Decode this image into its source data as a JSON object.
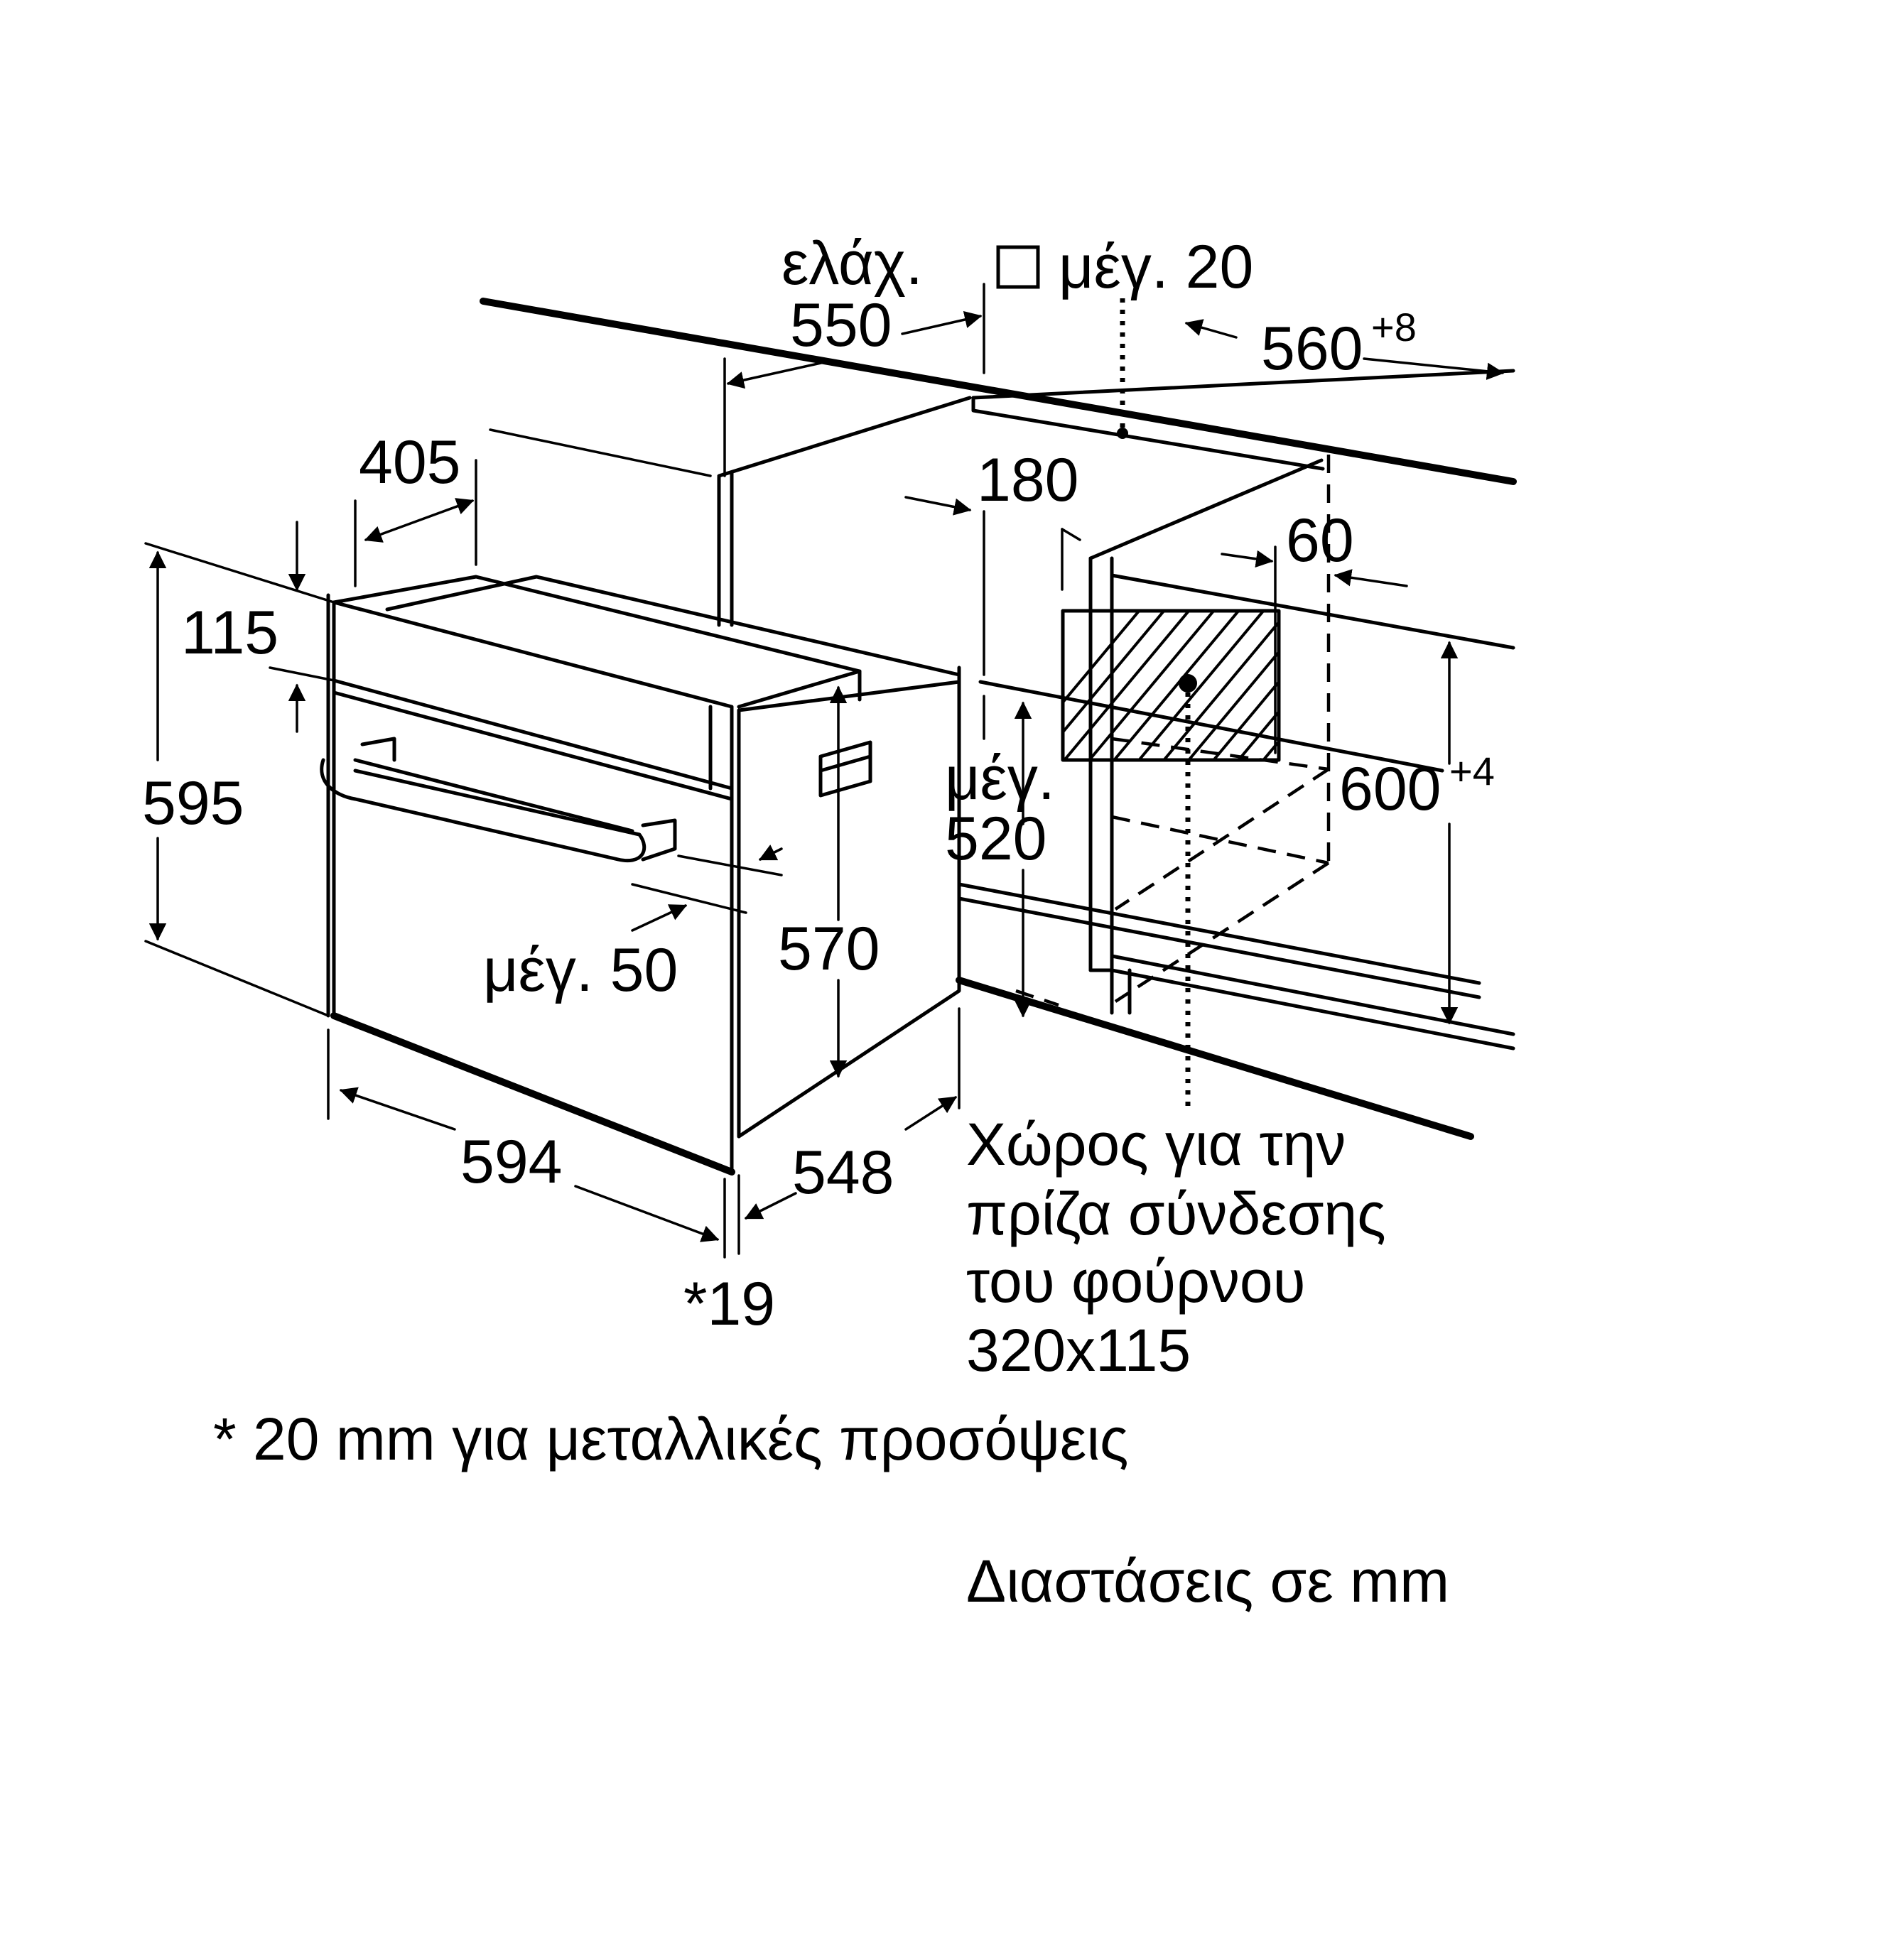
{
  "dimensions": {
    "min_label": "ελάχ.",
    "min_value": "550",
    "max_box_label": "μέγ. 20",
    "width_niche": "560",
    "width_niche_tol": "+8",
    "d405": "405",
    "d180": "180",
    "d60": "60",
    "d115": "115",
    "d595": "595",
    "max_label_520": "μέγ.",
    "d520": "520",
    "height_niche": "600",
    "height_niche_tol": "+4",
    "max50": "μέγ. 50",
    "d570": "570",
    "d594": "594",
    "d548": "548",
    "d19": "*19"
  },
  "socket_note": {
    "line1": "Χώρος για την",
    "line2": "πρίζα σύνδεσης",
    "line3": "του φούρνου",
    "line4": "320x115"
  },
  "footnote": "* 20 mm για μεταλλικές προσόψεις",
  "units_note": "Διαστάσεις σε mm",
  "icons": [
    "square-box-icon",
    "arrow-icon"
  ]
}
